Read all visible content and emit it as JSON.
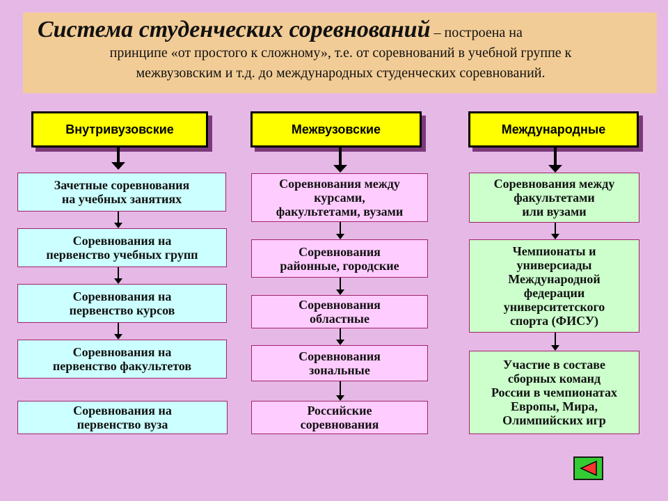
{
  "header": {
    "title": "Система студенческих соревнований",
    "line1_rest": " – построена на",
    "line2": "принципе «от простого к сложному», т.е. от соревнований в учебной группе к",
    "line3": "межвузовским и т.д.  до международных студенческих соревнований."
  },
  "columns": [
    {
      "heading": "Внутривузовские",
      "items": [
        [
          "Зачетные соревнования",
          "на учебных занятиях"
        ],
        [
          "Соревнования на",
          "первенство учебных групп"
        ],
        [
          "Соревнования на",
          "первенство курсов"
        ],
        [
          "Соревнования на",
          "первенство факультетов"
        ],
        [
          "Соревнования на",
          "первенство вуза"
        ]
      ]
    },
    {
      "heading": "Межвузовские",
      "items": [
        [
          "Соревнования  между",
          "курсами,",
          "факультетами, вузами"
        ],
        [
          "Соревнования",
          "районные, городские"
        ],
        [
          "Соревнования",
          "областные"
        ],
        [
          "Соревнования",
          "зональные"
        ],
        [
          "Российские",
          "соревнования"
        ]
      ]
    },
    {
      "heading": "Международные",
      "items": [
        [
          "Соревнования между",
          "факультетами",
          "или вузами"
        ],
        [
          "Чемпионаты и",
          "универсиады",
          "Международной",
          "федерации",
          "университетского",
          "спорта (ФИСУ)"
        ],
        [
          "Участие в составе",
          "сборных команд",
          "России в чемпионатах",
          "Европы, Мира,",
          "Олимпийских игр"
        ]
      ]
    }
  ],
  "nav": {
    "icon": "back-arrow-icon",
    "color": "#33cc33"
  }
}
